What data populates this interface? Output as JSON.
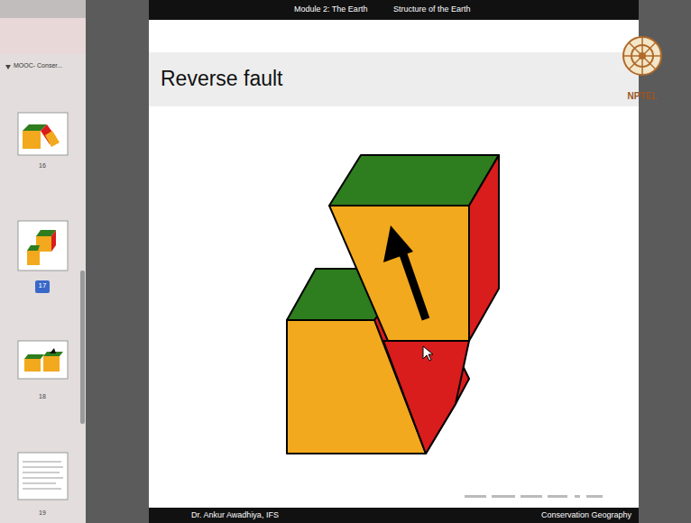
{
  "diagram": {
    "title": "Reverse fault",
    "labels": [
      "MOOC- Conser...",
      "16",
      "17",
      "18",
      "19",
      "Module 2: The Earth",
      "Structure of the Earth",
      "NPTEL",
      "Dr. Ankur Awadhiya, IFS",
      "Conservation Geography"
    ]
  }
}
